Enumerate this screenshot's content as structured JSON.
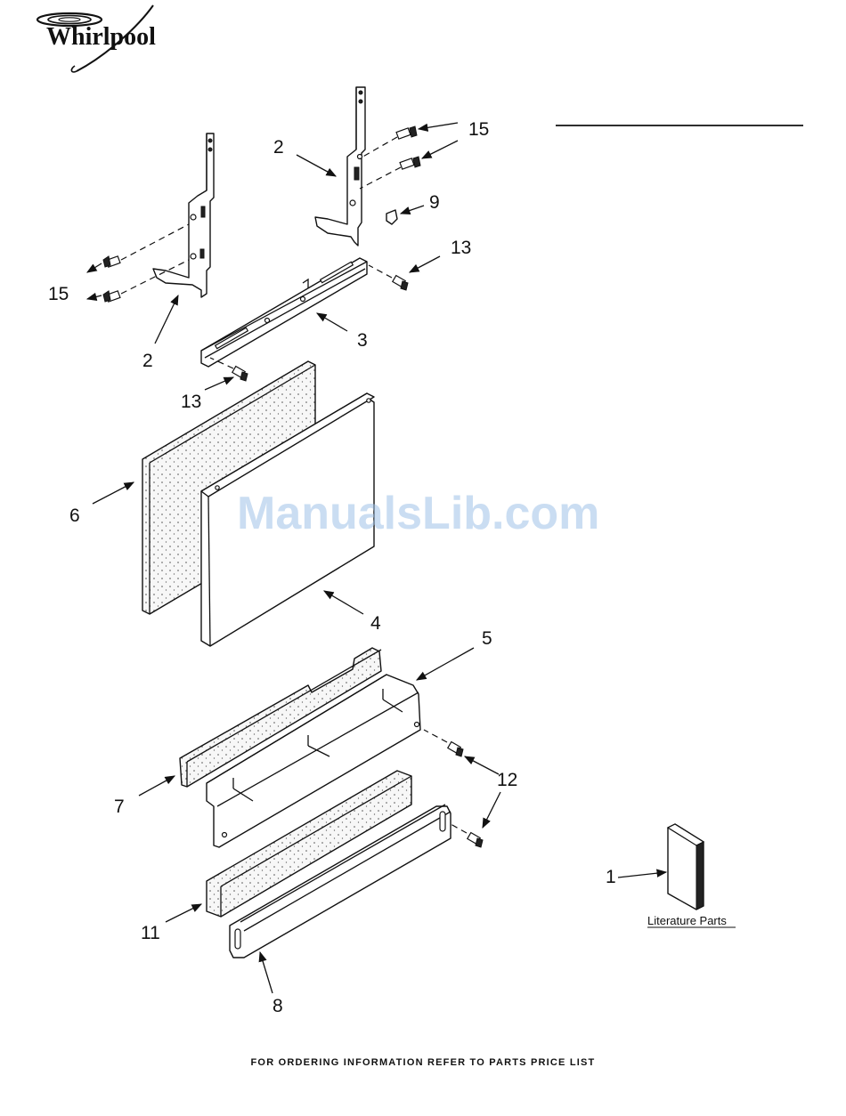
{
  "brand": {
    "name": "Whirlpool"
  },
  "watermark": "ManualsLib.com",
  "footer": "FOR ORDERING INFORMATION REFER TO PARTS PRICE LIST",
  "literature_label": "Literature Parts",
  "callouts": {
    "c2a": "2",
    "c2b": "2",
    "c15a": "15",
    "c15b": "15",
    "c9": "9",
    "c13a": "13",
    "c13b": "13",
    "c3": "3",
    "c6": "6",
    "c4": "4",
    "c5": "5",
    "c7": "7",
    "c12": "12",
    "c11": "11",
    "c8": "8",
    "c1": "1"
  }
}
